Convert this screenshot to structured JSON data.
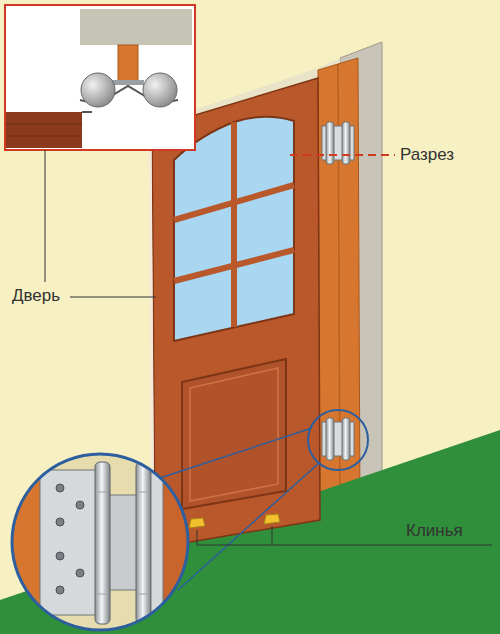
{
  "diagram": {
    "labels": [
      "Разрез",
      "Дверь",
      "Клинья"
    ]
  }
}
